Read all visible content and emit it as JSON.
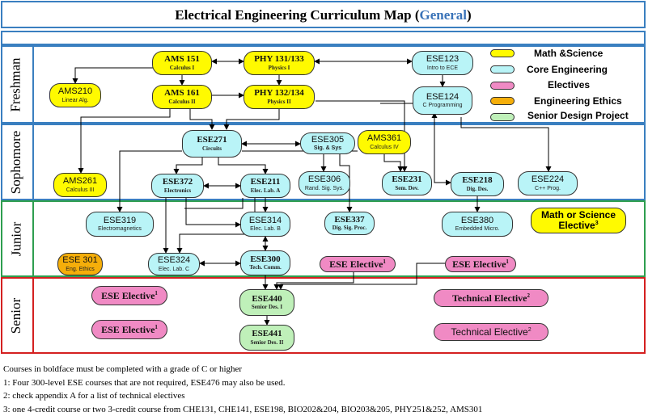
{
  "title": {
    "main": "Electrical Engineering Curriculum Map (",
    "accent": "General",
    "close": ")"
  },
  "bands": {
    "freshman": "Freshman",
    "sophomore": "Sophomore",
    "junior": "Junior",
    "senior": "Senior"
  },
  "colors": {
    "math_science": "#fffa00",
    "core_engineering": "#b9f4f7",
    "electives": "#f08ac4",
    "ethics": "#f5ae0a",
    "senior_design": "#bff0b9",
    "blue_frame": "#3a7fc0",
    "green_frame": "#2e9e4f",
    "red_frame": "#d42020",
    "title_accent": "#3a73b8"
  },
  "legend": {
    "math": "Math &Science",
    "core": "Core Engineering",
    "electives": "Electives",
    "ethics": "Engineering Ethics",
    "senior": "Senior Design Project"
  },
  "nodes": {
    "ams151": {
      "code": "AMS 151",
      "sub": "Calculus I"
    },
    "phy131": {
      "code": "PHY 131/133",
      "sub": "Physics I"
    },
    "ese123": {
      "code": "ESE123",
      "sub": "Intro to ECE"
    },
    "ams210": {
      "code": "AMS210",
      "sub": "Linear Alg."
    },
    "ams161": {
      "code": "AMS 161",
      "sub": "Calculus II"
    },
    "phy132": {
      "code": "PHY 132/134",
      "sub": "Physics II"
    },
    "ese124": {
      "code": "ESE124",
      "sub": "C Programming"
    },
    "ese271": {
      "code": "ESE271",
      "sub": "Circuits"
    },
    "ese305": {
      "code": "ESE305",
      "sub": "Sig. & Sys"
    },
    "ams361": {
      "code": "AMS361",
      "sub": "Calculus IV"
    },
    "ams261": {
      "code": "AMS261",
      "sub": "Calculus III"
    },
    "ese372": {
      "code": "ESE372",
      "sub": "Electronics"
    },
    "ese211": {
      "code": "ESE211",
      "sub": "Elec. Lab. A"
    },
    "ese306": {
      "code": "ESE306",
      "sub": "Rand. Sig. Sys."
    },
    "ese231": {
      "code": "ESE231",
      "sub": "Sem. Dev."
    },
    "ese218": {
      "code": "ESE218",
      "sub": "Dig. Des."
    },
    "ese224": {
      "code": "ESE224",
      "sub": "C++ Prog."
    },
    "ese319": {
      "code": "ESE319",
      "sub": "Electromagnetics"
    },
    "ese314": {
      "code": "ESE314",
      "sub": "Elec. Lab. B"
    },
    "ese337": {
      "code": "ESE337",
      "sub": "Dig. Sig. Proc."
    },
    "ese380": {
      "code": "ESE380",
      "sub": "Embedded Micro."
    },
    "mathsci": {
      "code": "Math or Science",
      "code2": "Elective",
      "sup": "3"
    },
    "ese301": {
      "code": "ESE 301",
      "sub": "Eng. Ethics"
    },
    "ese324": {
      "code": "ESE324",
      "sub": "Elec. Lab. C"
    },
    "ese300": {
      "code": "ESE300",
      "sub": "Tech. Comm."
    },
    "eseel_j1": {
      "code": "ESE Elective",
      "sup": "1"
    },
    "eseel_j2": {
      "code": "ESE Elective",
      "sup": "1"
    },
    "eseel_s1": {
      "code": "ESE Elective",
      "sup": "1"
    },
    "ese440": {
      "code": "ESE440",
      "sub": "Senior Des. I"
    },
    "techel1": {
      "code": "Technical Elective",
      "sup": "2"
    },
    "eseel_s2": {
      "code": "ESE Elective",
      "sup": "1"
    },
    "ese441": {
      "code": "ESE441",
      "sub": "Senior Des. II"
    },
    "techel2": {
      "code": "Technical Elective",
      "sup": "2"
    }
  },
  "footnotes": {
    "f0": "Courses in boldface must be completed with a grade of C or higher",
    "f1": "1: Four 300-level ESE courses that are not required, ESE476 may also be used.",
    "f2": "2: check appendix A for a list of technical electives",
    "f3": "3: one 4-credit course or two 3-credit course from CHE131, CHE141, ESE198, BIO202&204, BIO203&205, PHY251&252, AMS301"
  }
}
